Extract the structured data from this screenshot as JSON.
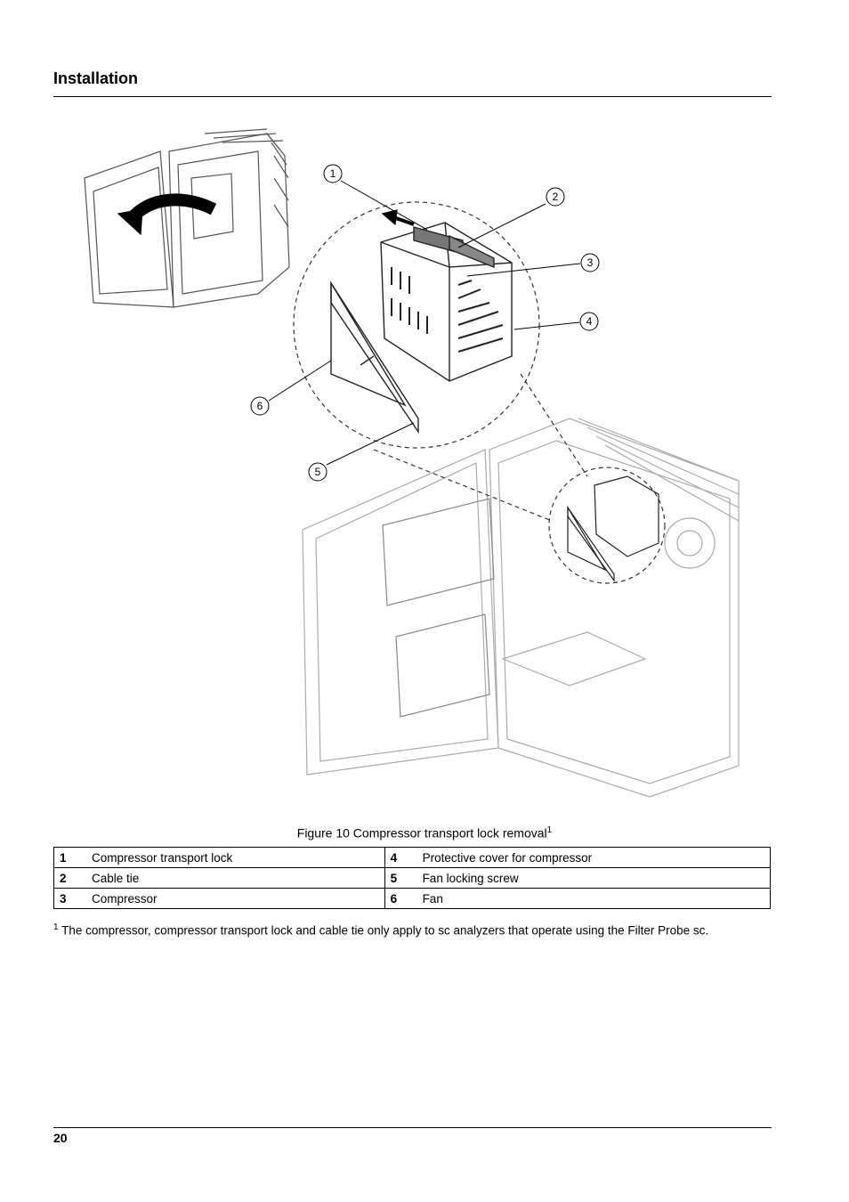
{
  "header": {
    "section_title": "Installation"
  },
  "figure": {
    "caption": "Figure 10 Compressor transport lock removal",
    "caption_ref": "1",
    "callouts": [
      "1",
      "2",
      "3",
      "4",
      "5",
      "6"
    ]
  },
  "legend": {
    "rows": [
      {
        "left_num": "1",
        "left_label": "Compressor transport lock",
        "right_num": "4",
        "right_label": "Protective cover for compressor"
      },
      {
        "left_num": "2",
        "left_label": "Cable tie",
        "right_num": "5",
        "right_label": "Fan locking screw"
      },
      {
        "left_num": "3",
        "left_label": "Compressor",
        "right_num": "6",
        "right_label": "Fan"
      }
    ]
  },
  "footnote": {
    "ref": "1",
    "text": " The compressor, compressor transport lock and cable tie only apply to sc analyzers that operate using the Filter Probe sc."
  },
  "footer": {
    "page_number": "20"
  }
}
